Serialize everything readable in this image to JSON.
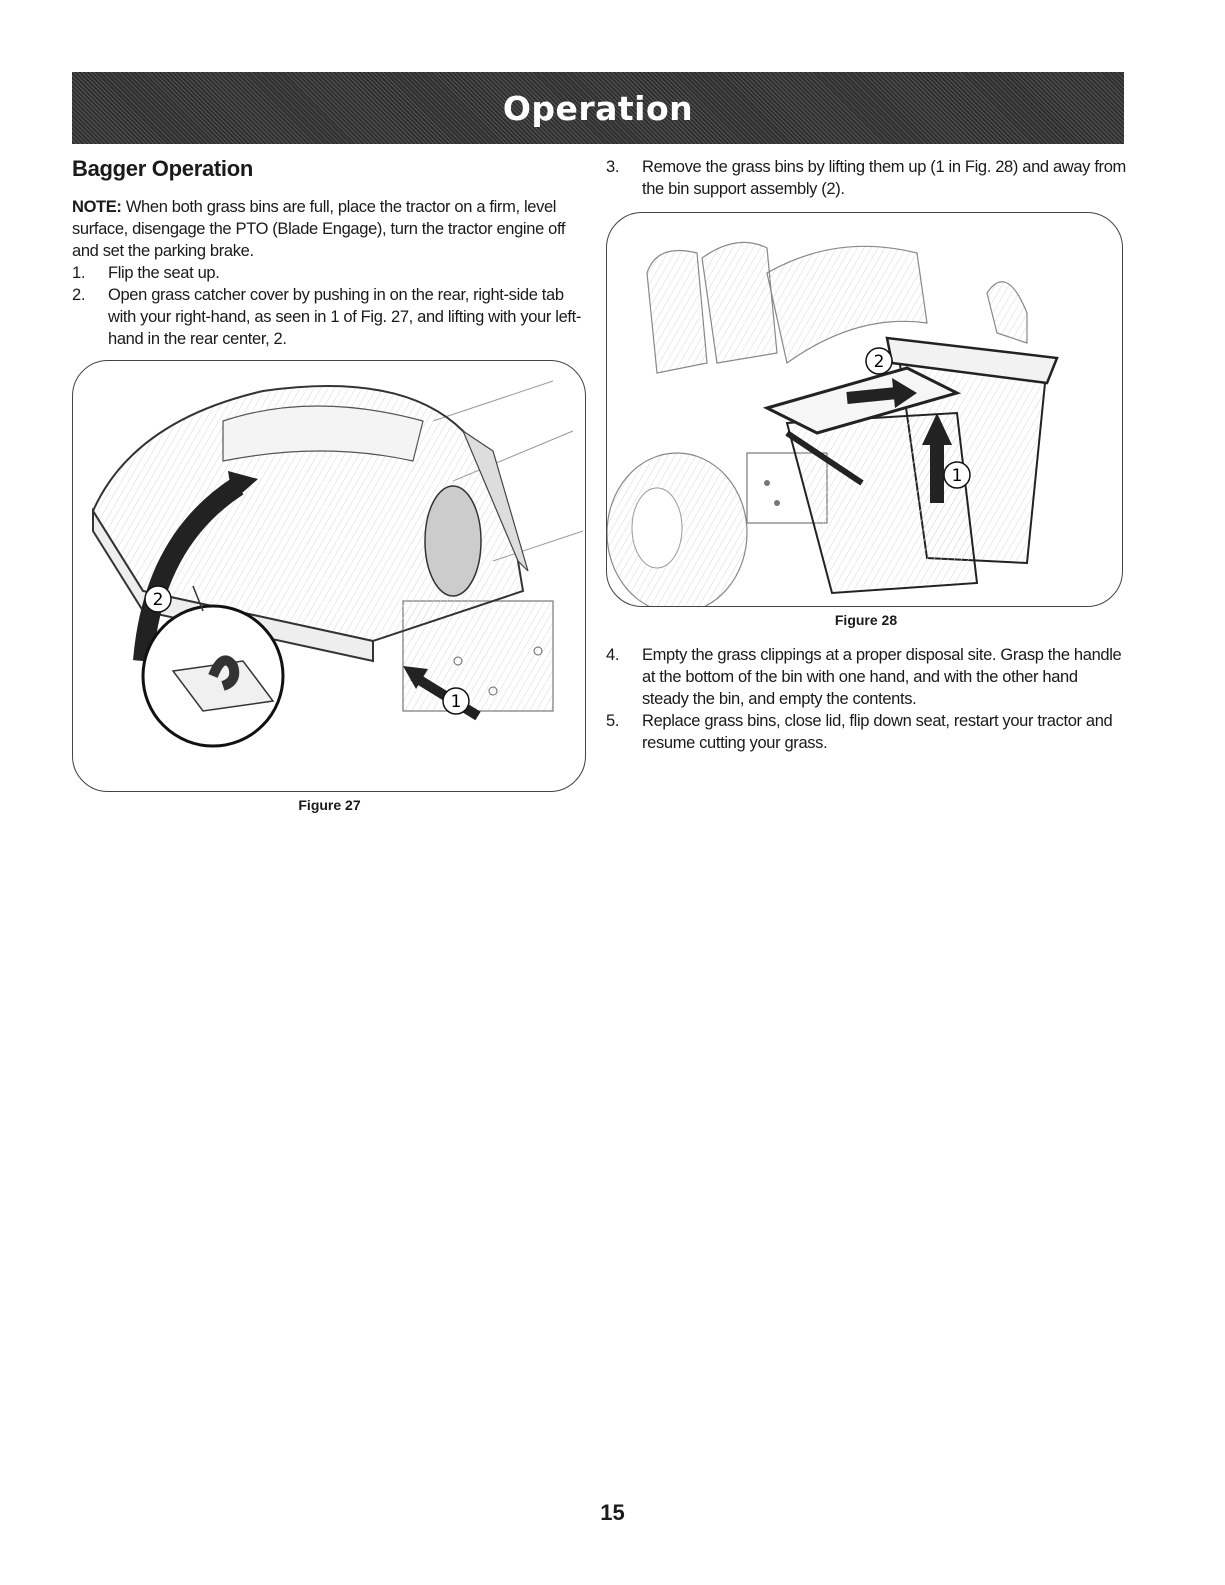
{
  "header": {
    "title": "Operation"
  },
  "left": {
    "heading": "Bagger Operation",
    "note_label": "NOTE:",
    "note_text": " When both grass bins are full, place the tractor on a firm, level surface, disengage the PTO (Blade Engage), turn the tractor engine off and set the parking brake.",
    "steps": [
      {
        "num": "1.",
        "text": "Flip the seat up."
      },
      {
        "num": "2.",
        "text": "Open grass catcher cover by pushing in on the rear, right-side tab with your right-hand, as seen in 1 of Fig. 27, and lifting with your left-hand in the rear center, 2."
      }
    ],
    "figure": {
      "caption": "Figure 27",
      "callouts": [
        "1",
        "2"
      ]
    }
  },
  "right": {
    "steps_before": [
      {
        "num": "3.",
        "text": "Remove the grass bins by lifting them up (1 in Fig. 28) and away from the bin support assembly (2)."
      }
    ],
    "figure": {
      "caption": "Figure 28",
      "callouts": [
        "1",
        "2"
      ]
    },
    "steps_after": [
      {
        "num": "4.",
        "text": "Empty the grass clippings at a proper disposal site. Grasp the handle at the bottom of the bin with one hand, and with the other hand steady the bin, and empty the contents."
      },
      {
        "num": "5.",
        "text": "Replace grass bins, close lid, flip down seat, restart your tractor and resume cutting your grass."
      }
    ]
  },
  "footer": {
    "page_number": "15"
  }
}
